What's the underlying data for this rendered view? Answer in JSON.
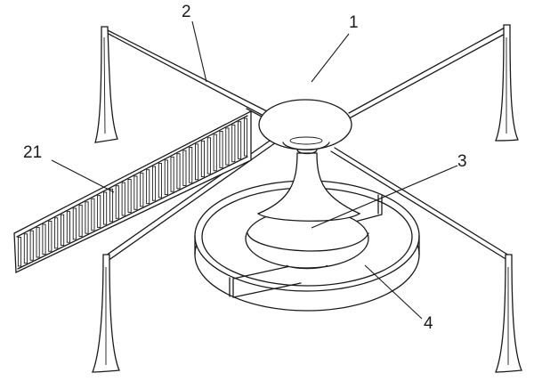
{
  "callouts": {
    "c1": "1",
    "c2": "2",
    "c21": "21",
    "c3": "3",
    "c4": "4"
  }
}
